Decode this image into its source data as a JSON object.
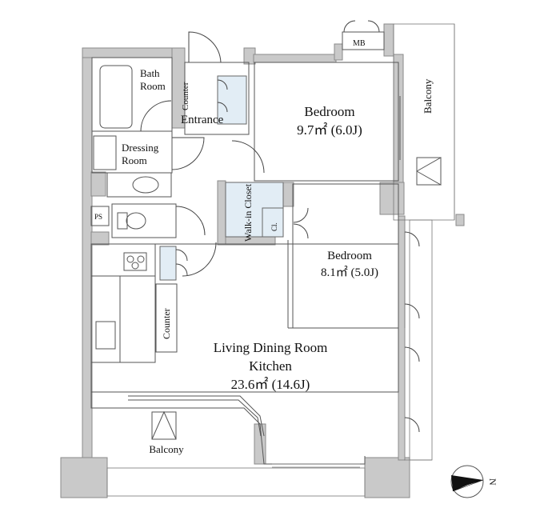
{
  "rooms": {
    "bedroom1": {
      "name": "Bedroom",
      "area": "9.7㎡ (6.0J)"
    },
    "bedroom2": {
      "name": "Bedroom",
      "area": "8.1㎡ (5.0J)"
    },
    "ldk": {
      "name": "Living Dining Room",
      "name2": "Kitchen",
      "area": "23.6㎡ (14.6J)"
    },
    "bath": {
      "line1": "Bath",
      "line2": "Room"
    },
    "dressing": {
      "line1": "Dressing",
      "line2": "Room"
    },
    "entrance": "Entrance",
    "counter_entrance": "Counter",
    "counter_kitchen": "Counter",
    "walkin": "Walk-in Closet",
    "cl": "Cl.",
    "ps": "PS",
    "mb": "MB",
    "balcony_east": "Balcony",
    "balcony_south": "Balcony"
  },
  "compass": {
    "label": "N"
  },
  "colors": {
    "wall": "#c9c9c9",
    "closet": "#e2edf5"
  }
}
